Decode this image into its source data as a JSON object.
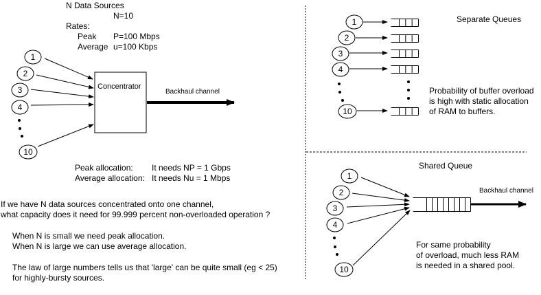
{
  "diagram": {
    "title": "Concentration of bursty data sources: separate vs shared queues",
    "colors": {
      "stroke": "#000000",
      "background": "#ffffff"
    }
  },
  "concentrator_section": {
    "header": {
      "sources_label": "N Data Sources",
      "n_value": "N=10",
      "rates_label": "Rates:",
      "peak_label": "Peak",
      "peak_value": "P=100 Mbps",
      "average_label": "Average",
      "average_value": "u=100 Kbps"
    },
    "sources": [
      "1",
      "2",
      "3",
      "4",
      "10"
    ],
    "concentrator_label": "Concentrator",
    "channel_label": "Backhaul channel",
    "allocation": {
      "peak_label": "Peak allocation:",
      "peak_value": "It needs NP = 1 Gbps",
      "average_label": "Average allocation:",
      "average_value": "It needs Nu = 1 Mbps"
    },
    "question": [
      "If we have N data sources concentrated onto one channel,",
      "what capacity does it need for 99.999 percent non-overloaded operation ?"
    ],
    "notes": [
      "When N is small we need peak allocation.",
      "When N is large we can use average allocation.",
      "The law of large numbers tells us that 'large' can be quite small (eg < 25)",
      "for highly-bursty sources."
    ]
  },
  "separate_queues_section": {
    "title": "Separate Queues",
    "sources": [
      "1",
      "2",
      "3",
      "4",
      "10"
    ],
    "caption": [
      "Probability of buffer overload",
      "is high with static allocation",
      "of RAM to buffers."
    ]
  },
  "shared_queue_section": {
    "title": "Shared Queue",
    "sources": [
      "1",
      "2",
      "3",
      "4",
      "10"
    ],
    "channel_label": "Backhaul channel",
    "caption": [
      "For same probability",
      "of overload, much less RAM",
      "is needed in a shared pool."
    ]
  }
}
